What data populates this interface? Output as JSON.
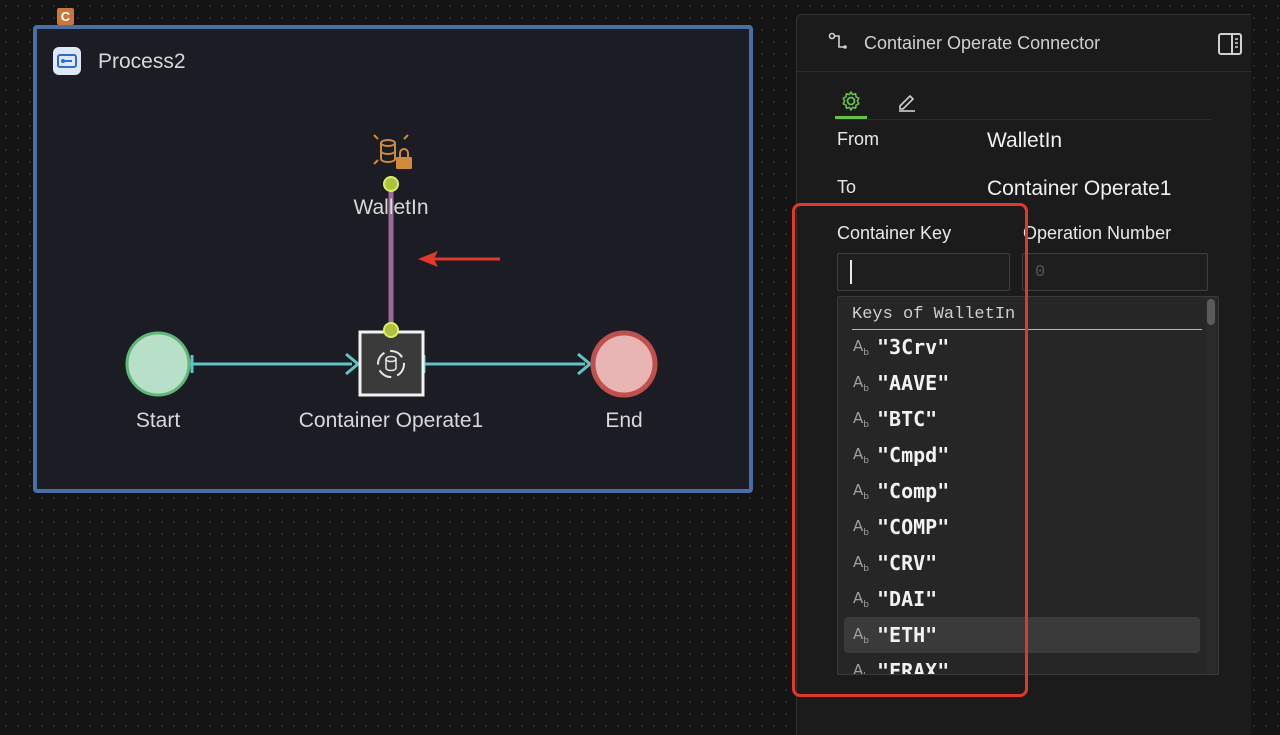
{
  "canvas": {
    "badge_letter": "C"
  },
  "process": {
    "title": "Process2",
    "nodes": {
      "start_label": "Start",
      "operate_label": "Container Operate1",
      "end_label": "End",
      "wallet_label": "WalletIn"
    }
  },
  "panel": {
    "title": "Container Operate Connector",
    "from_label": "From",
    "from_value": "WalletIn",
    "to_label": "To",
    "to_value": "Container Operate1",
    "container_key_label": "Container Key",
    "operation_number_label": "Operation Number",
    "operation_number_placeholder": "0",
    "dropdown": {
      "header": "Keys of WalletIn",
      "keys": [
        "\"3Crv\"",
        "\"AAVE\"",
        "\"BTC\"",
        "\"Cmpd\"",
        "\"Comp\"",
        "\"COMP\"",
        "\"CRV\"",
        "\"DAI\"",
        "\"ETH\"",
        "\"FRAX\""
      ],
      "highlighted_key": "\"ETH\""
    }
  },
  "colors": {
    "process_border": "#4a6fa5",
    "start_fill": "#b8e0c8",
    "end_fill": "#e8b4b4",
    "end_border": "#c0504d",
    "edge": "#5ec4c4",
    "data_edge": "#9a6a9a",
    "active_tab": "#6abf4b",
    "highlight_box": "#e0392b"
  }
}
